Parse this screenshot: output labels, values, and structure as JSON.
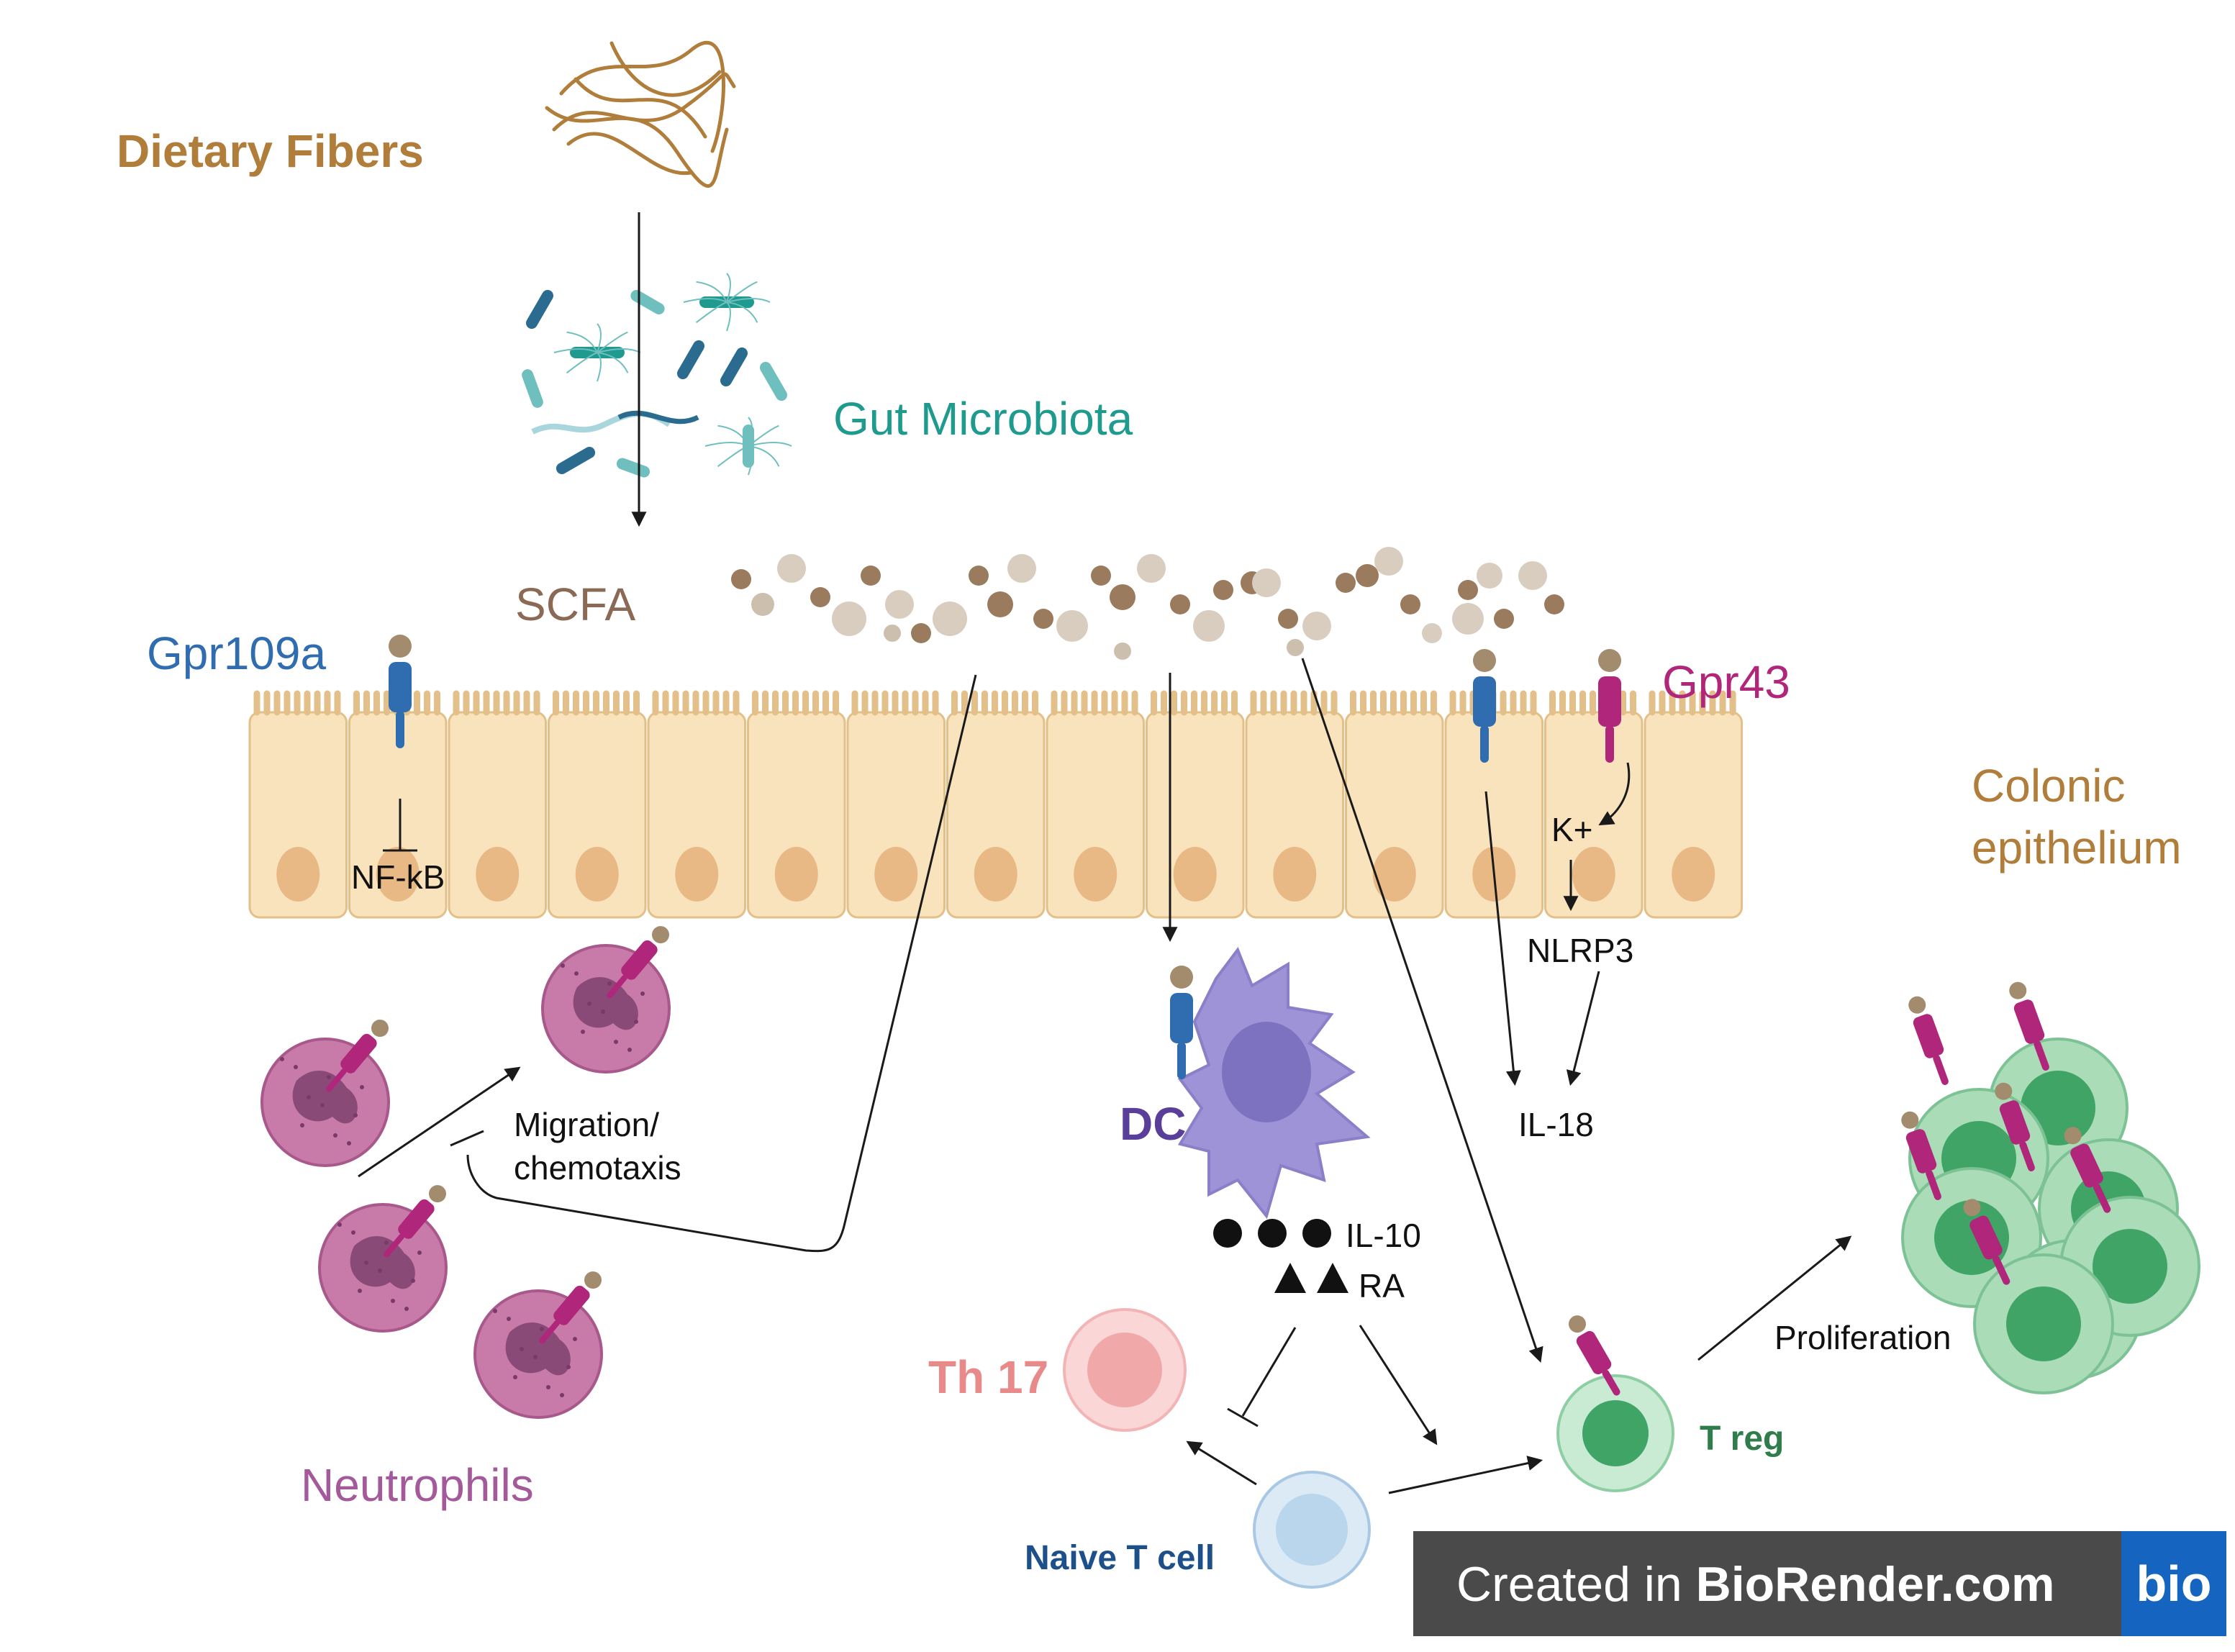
{
  "labels": {
    "dietary_fibers": "Dietary Fibers",
    "gut_microbiota": "Gut Microbiota",
    "scfa": "SCFA",
    "gpr109a": "Gpr109a",
    "gpr43": "Gpr43",
    "colonic": "Colonic",
    "epithelium": "epithelium",
    "nfkb": "NF-kB",
    "k_plus": "K+",
    "nlrp3": "NLRP3",
    "il18": "IL-18",
    "migration": "Migration/",
    "chemotaxis": "chemotaxis",
    "dc": "DC",
    "il10": "IL-10",
    "ra": "RA",
    "th17": "Th 17",
    "naive_t": "Naive T cell",
    "treg": "T reg",
    "proliferation": "Proliferation",
    "neutrophils": "Neutrophils"
  },
  "badge": {
    "prefix": "Created in ",
    "brand": "BioRender.com",
    "logo": "bio"
  },
  "colors": {
    "fiber": "#b07d3a",
    "microbiota": "#1e9a8e",
    "scfa": "#8a6a55",
    "gpr109a": "#2f6db0",
    "gpr43": "#b0267a",
    "epithelium_fill": "#f9e3bd",
    "nucleus": "#e8b985",
    "neutrophil": "#c87ba8",
    "dc": "#9d93d6",
    "dc_label": "#5a3f9a",
    "th17": "#e88a8a",
    "naive": "#1d4f8a",
    "treg": "#2e7d4a",
    "neutrophils_label": "#a45a9a"
  }
}
